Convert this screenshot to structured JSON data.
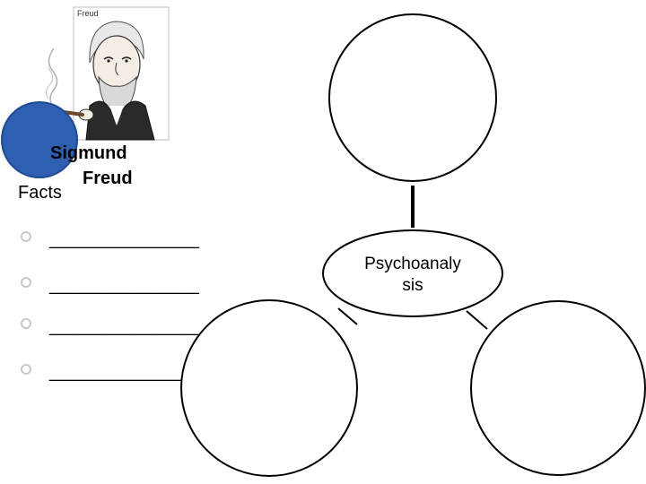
{
  "portrait": {
    "caption": "Freud"
  },
  "title": {
    "line1": "Sigmund",
    "line2": "Freud"
  },
  "facts": {
    "label": "Facts",
    "bullets": [
      {
        "text": "_______________"
      },
      {
        "text": "_______________"
      },
      {
        "text": "_______________"
      },
      {
        "text": "_______________"
      }
    ]
  },
  "web": {
    "center_label_line1": "Psychoanaly",
    "center_label_line2": "sis",
    "outer_circles": [
      "",
      "",
      ""
    ]
  },
  "colors": {
    "blue_circle": "#2f5fb0",
    "blue_circle_edge": "#1f4a94",
    "outline": "#000000",
    "bullet": "#c8c8c8",
    "frame": "#bdbdbd"
  }
}
